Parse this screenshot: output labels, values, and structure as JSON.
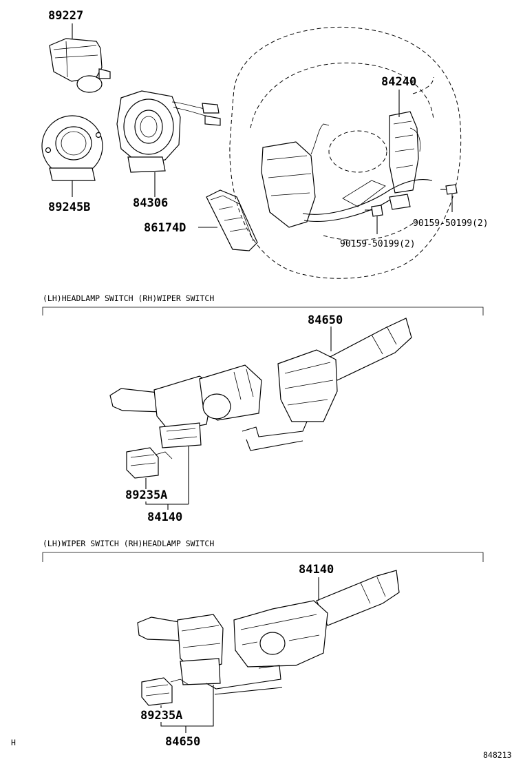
{
  "diagram": {
    "part_numbers": {
      "p89227": "89227",
      "p89245b": "89245B",
      "p84306": "84306",
      "p86174d": "86174D",
      "p84240": "84240",
      "p90159_right": "90159-50199(2)",
      "p90159_left": "90159-50199(2)",
      "p84650_top": "84650",
      "p89235a_top": "89235A",
      "p84140_top": "84140",
      "p84140_bottom": "84140",
      "p89235a_bottom": "89235A",
      "p84650_bottom": "84650"
    },
    "section_labels": {
      "top": "(LH)HEADLAMP SWITCH (RH)WIPER SWITCH",
      "bottom": "(LH)WIPER SWITCH (RH)HEADLAMP SWITCH"
    },
    "corner_mark": "H",
    "drawing_id": "848213"
  }
}
